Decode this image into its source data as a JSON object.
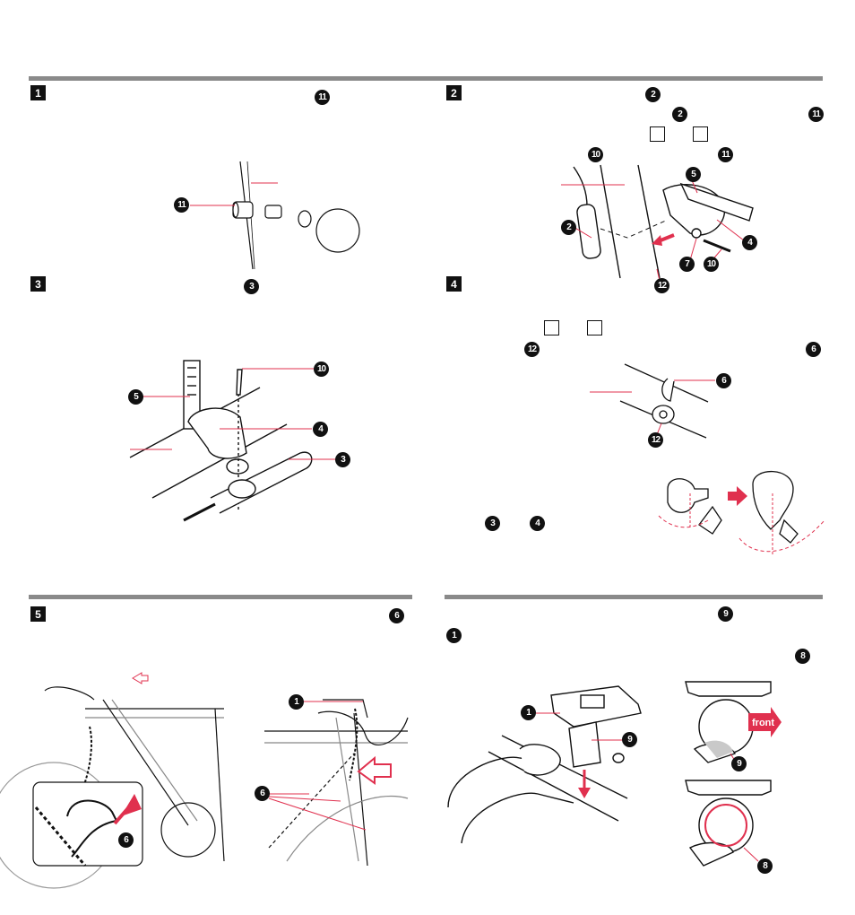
{
  "steps": {
    "s1": "1",
    "s2": "2",
    "s3": "3",
    "s4": "4",
    "s5": "5"
  },
  "callouts": {
    "n1": "1",
    "n2": "2",
    "n3": "3",
    "n4": "4",
    "n5": "5",
    "n6": "6",
    "n7": "7",
    "n8": "8",
    "n9": "9",
    "n10": "10",
    "n11": "11",
    "n12": "12"
  },
  "labels": {
    "front": "front"
  },
  "colors": {
    "accent": "#e0304e",
    "rule": "#8a8a8a",
    "ink": "#111111"
  }
}
